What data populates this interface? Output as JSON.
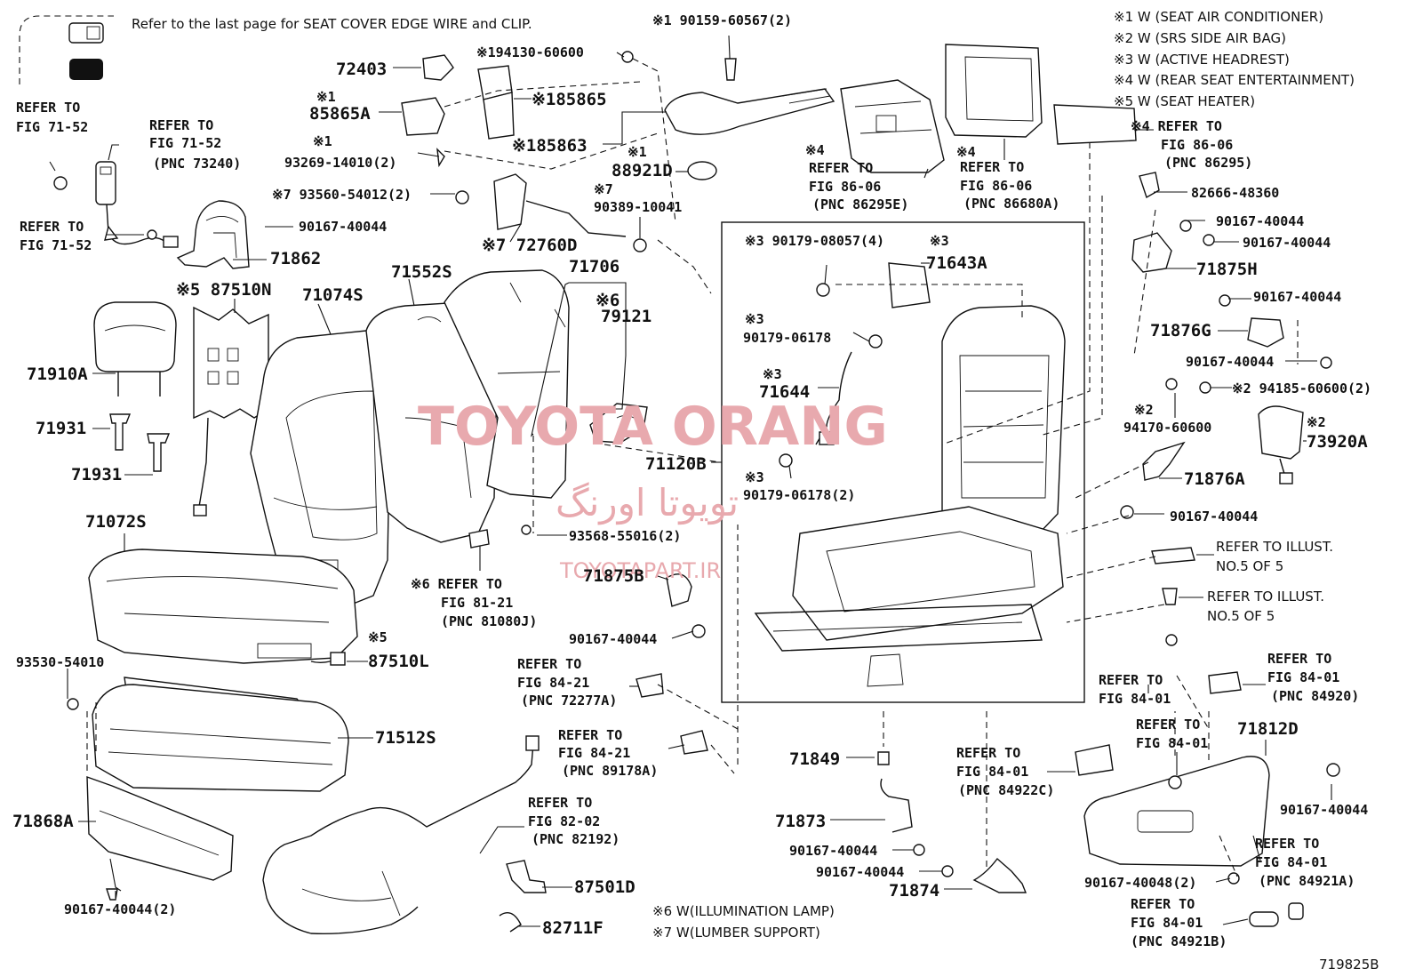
{
  "header_note": "Refer to the last page for SEAT COVER EDGE WIRE and CLIP.",
  "legend": [
    "※1  W (SEAT AIR CONDITIONER)",
    "※2  W (SRS SIDE AIR BAG)",
    "※3  W (ACTIVE HEADREST)",
    "※4  W (REAR SEAT ENTERTAINMENT)",
    "※5  W (SEAT HEATER)"
  ],
  "footer_notes": [
    "※6 W(ILLUMINATION LAMP)",
    "※7 W(LUMBER SUPPORT)"
  ],
  "drawing_id": "719825B",
  "watermark": {
    "title": "TOYOTA ORANG",
    "persian": "تویوتا اورنگ",
    "site": "TOYOTAPART.IR"
  },
  "labels": [
    {
      "id": "l1",
      "t": "※1 90159-60567(2)"
    },
    {
      "id": "l2",
      "t": "72403"
    },
    {
      "id": "l3",
      "t": "※194130-60600"
    },
    {
      "id": "l4",
      "t": "※1"
    },
    {
      "id": "l5",
      "t": "85865A"
    },
    {
      "id": "l6",
      "t": "※185865"
    },
    {
      "id": "l7",
      "t": "※185863"
    },
    {
      "id": "l8",
      "t": "※1"
    },
    {
      "id": "l9",
      "t": "93269-14010(2)"
    },
    {
      "id": "l10",
      "t": "※1"
    },
    {
      "id": "l11",
      "t": "88921D"
    },
    {
      "id": "l12",
      "t": "REFER TO"
    },
    {
      "id": "l13",
      "t": "FIG 71-52"
    },
    {
      "id": "l14",
      "t": "REFER TO"
    },
    {
      "id": "l15",
      "t": "FIG 71-52"
    },
    {
      "id": "l16",
      "t": "(PNC 73240)"
    },
    {
      "id": "l17",
      "t": "※7 93560-54012(2)"
    },
    {
      "id": "l18",
      "t": "※7"
    },
    {
      "id": "l19",
      "t": "90389-10041"
    },
    {
      "id": "l20",
      "t": "REFER TO"
    },
    {
      "id": "l21",
      "t": "FIG 71-52"
    },
    {
      "id": "l22",
      "t": "90167-40044"
    },
    {
      "id": "l23",
      "t": "※7 72760D"
    },
    {
      "id": "l24",
      "t": "71862"
    },
    {
      "id": "l25",
      "t": "※5 87510N"
    },
    {
      "id": "l26",
      "t": "71074S"
    },
    {
      "id": "l27",
      "t": "71552S"
    },
    {
      "id": "l28",
      "t": "71706"
    },
    {
      "id": "l29",
      "t": "※6"
    },
    {
      "id": "l30",
      "t": "79121"
    },
    {
      "id": "l31",
      "t": "71910A"
    },
    {
      "id": "l32",
      "t": "71931"
    },
    {
      "id": "l33",
      "t": "71931"
    },
    {
      "id": "l34",
      "t": "71072S"
    },
    {
      "id": "l35",
      "t": "93568-55016(2)"
    },
    {
      "id": "l36",
      "t": "※6 REFER TO"
    },
    {
      "id": "l37",
      "t": "FIG 81-21"
    },
    {
      "id": "l38",
      "t": "(PNC 81080J)"
    },
    {
      "id": "l39",
      "t": "※5"
    },
    {
      "id": "l40",
      "t": "87510L"
    },
    {
      "id": "l41",
      "t": "93530-54010"
    },
    {
      "id": "l42",
      "t": "90167-40044"
    },
    {
      "id": "l43",
      "t": "REFER TO"
    },
    {
      "id": "l44",
      "t": "FIG 84-21"
    },
    {
      "id": "l45",
      "t": "(PNC 72277A)"
    },
    {
      "id": "l46",
      "t": "71512S"
    },
    {
      "id": "l47",
      "t": "REFER TO"
    },
    {
      "id": "l48",
      "t": "FIG 84-21"
    },
    {
      "id": "l49",
      "t": "(PNC 89178A)"
    },
    {
      "id": "l50",
      "t": "71868A"
    },
    {
      "id": "l51",
      "t": "REFER TO"
    },
    {
      "id": "l52",
      "t": "FIG 82-02"
    },
    {
      "id": "l53",
      "t": "(PNC 82192)"
    },
    {
      "id": "l54",
      "t": "90167-40044(2)"
    },
    {
      "id": "l55",
      "t": "87501D"
    },
    {
      "id": "l56",
      "t": "82711F"
    },
    {
      "id": "l57",
      "t": "※4"
    },
    {
      "id": "l58",
      "t": "REFER TO"
    },
    {
      "id": "l59",
      "t": "FIG 86-06"
    },
    {
      "id": "l60",
      "t": "(PNC 86295E)"
    },
    {
      "id": "l61",
      "t": "※4"
    },
    {
      "id": "l62",
      "t": "REFER TO"
    },
    {
      "id": "l63",
      "t": "FIG 86-06"
    },
    {
      "id": "l64",
      "t": "(PNC 86680A)"
    },
    {
      "id": "l65",
      "t": "※4 REFER TO"
    },
    {
      "id": "l66",
      "t": "FIG 86-06"
    },
    {
      "id": "l67",
      "t": "(PNC 86295)"
    },
    {
      "id": "l68",
      "t": "82666-48360"
    },
    {
      "id": "l69",
      "t": "90167-40044"
    },
    {
      "id": "l70",
      "t": "90167-40044"
    },
    {
      "id": "l71",
      "t": "71875H"
    },
    {
      "id": "l72",
      "t": "90167-40044"
    },
    {
      "id": "l73",
      "t": "71876G"
    },
    {
      "id": "l74",
      "t": "90167-40044"
    },
    {
      "id": "l75",
      "t": "※2 94185-60600(2)"
    },
    {
      "id": "l76",
      "t": "※2"
    },
    {
      "id": "l77",
      "t": "94170-60600"
    },
    {
      "id": "l78",
      "t": "※2"
    },
    {
      "id": "l79",
      "t": "73920A"
    },
    {
      "id": "l80",
      "t": "71876A"
    },
    {
      "id": "l81",
      "t": "90167-40044"
    },
    {
      "id": "l82",
      "t": "REFER TO ILLUST."
    },
    {
      "id": "l83",
      "t": "NO.5 OF 5"
    },
    {
      "id": "l84",
      "t": "REFER TO ILLUST."
    },
    {
      "id": "l85",
      "t": "NO.5 OF 5"
    },
    {
      "id": "l86",
      "t": "※3 90179-08057(4)"
    },
    {
      "id": "l87",
      "t": "※3"
    },
    {
      "id": "l88",
      "t": "71643A"
    },
    {
      "id": "l89",
      "t": "※3"
    },
    {
      "id": "l90",
      "t": "90179-06178"
    },
    {
      "id": "l91",
      "t": "※3"
    },
    {
      "id": "l92",
      "t": "71644"
    },
    {
      "id": "l93",
      "t": "71120B"
    },
    {
      "id": "l94",
      "t": "※3"
    },
    {
      "id": "l95",
      "t": "90179-06178(2)"
    },
    {
      "id": "l96",
      "t": "71875B"
    },
    {
      "id": "l97",
      "t": "90167-40044"
    },
    {
      "id": "l98",
      "t": "REFER TO"
    },
    {
      "id": "l99",
      "t": "FIG 84-01"
    },
    {
      "id": "l100",
      "t": "REFER TO"
    },
    {
      "id": "l101",
      "t": "FIG 84-01"
    },
    {
      "id": "l102",
      "t": "(PNC 84920)"
    },
    {
      "id": "l103",
      "t": "REFER TO"
    },
    {
      "id": "l104",
      "t": "FIG 84-01"
    },
    {
      "id": "l105",
      "t": "71812D"
    },
    {
      "id": "l106",
      "t": "71849"
    },
    {
      "id": "l107",
      "t": "REFER TO"
    },
    {
      "id": "l108",
      "t": "FIG 84-01"
    },
    {
      "id": "l109",
      "t": "(PNC 84922C)"
    },
    {
      "id": "l110",
      "t": "90167-40044"
    },
    {
      "id": "l111",
      "t": "71873"
    },
    {
      "id": "l112",
      "t": "90167-40044"
    },
    {
      "id": "l113",
      "t": "90167-40044"
    },
    {
      "id": "l114",
      "t": "71874"
    },
    {
      "id": "l115",
      "t": "REFER TO"
    },
    {
      "id": "l116",
      "t": "FIG 84-01"
    },
    {
      "id": "l117",
      "t": "(PNC 84921A)"
    },
    {
      "id": "l118",
      "t": "90167-40048(2)"
    },
    {
      "id": "l119",
      "t": "REFER TO"
    },
    {
      "id": "l120",
      "t": "FIG 84-01"
    },
    {
      "id": "l121",
      "t": "(PNC 84921B)"
    }
  ]
}
